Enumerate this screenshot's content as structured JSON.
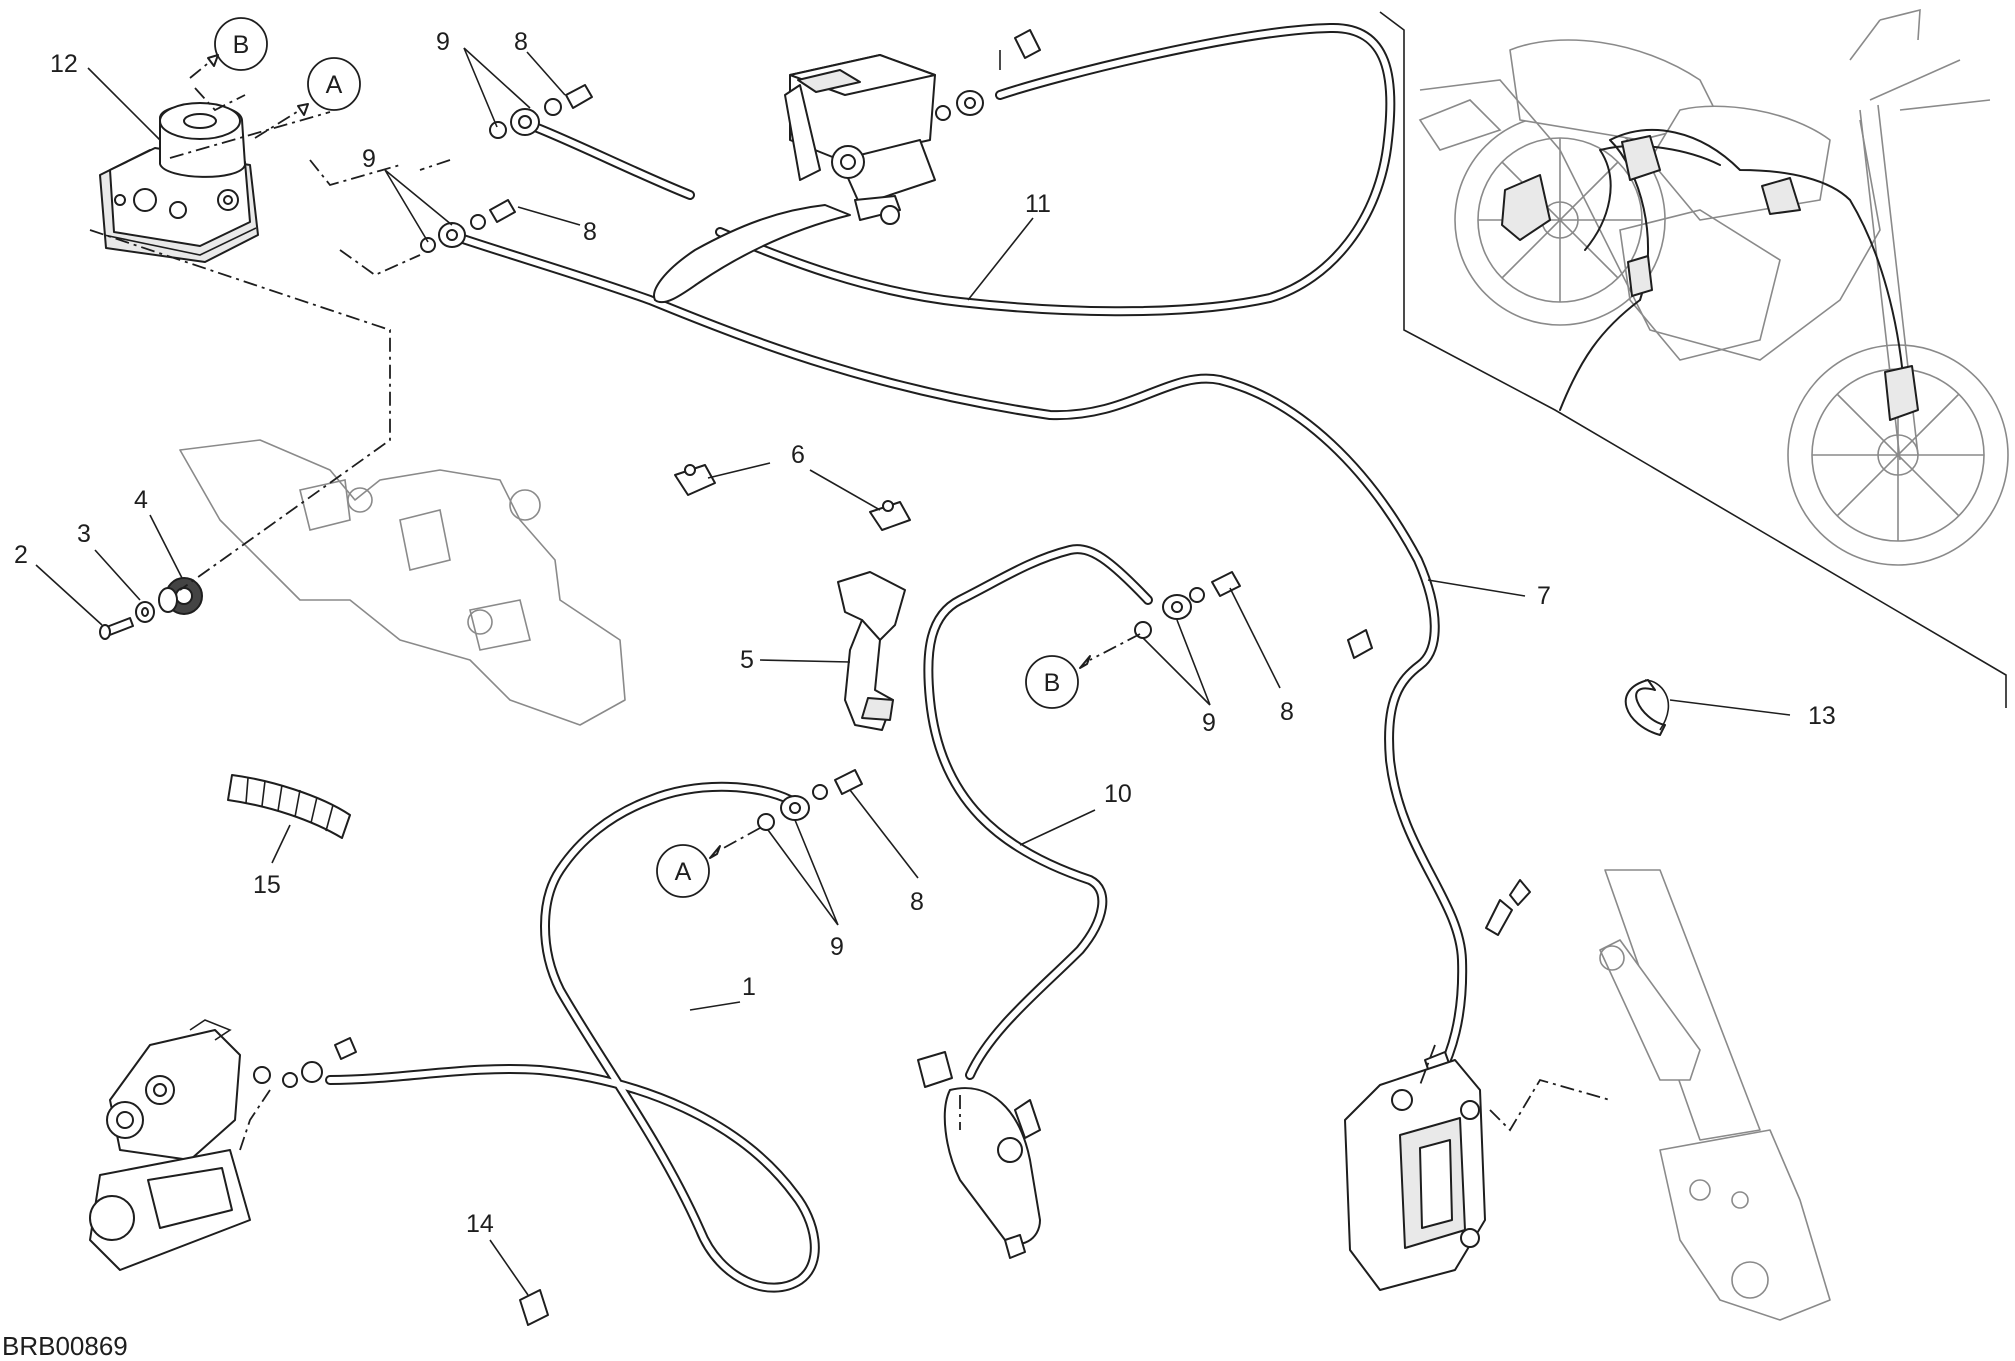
{
  "drawing_code": "BRB00869",
  "connection_refs": {
    "a": "A",
    "b": "B"
  },
  "callouts": {
    "c1": "1",
    "c2": "2",
    "c3": "3",
    "c4": "4",
    "c5": "5",
    "c6": "6",
    "c7": "7",
    "c8a": "8",
    "c8b": "8",
    "c8c": "8",
    "c8d": "8",
    "c9a": "9",
    "c9b": "9",
    "c9c": "9",
    "c9d": "9",
    "c10": "10",
    "c11": "11",
    "c12": "12",
    "c13": "13",
    "c14": "14",
    "c15": "15"
  }
}
